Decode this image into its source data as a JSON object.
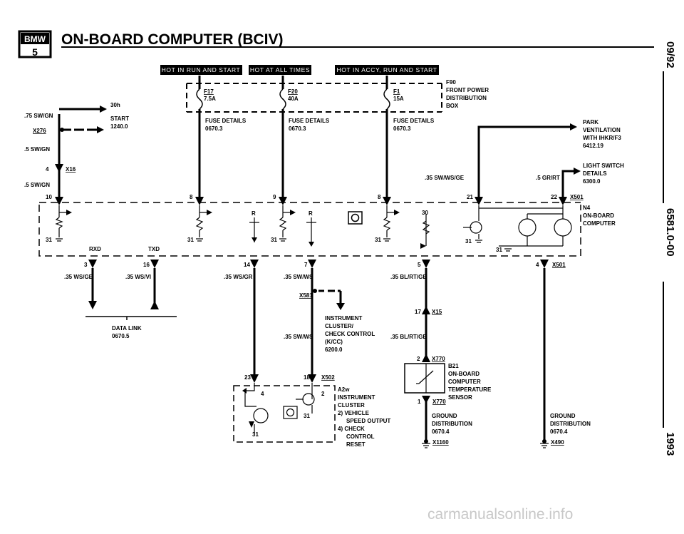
{
  "header": {
    "logo_text": "BMW",
    "logo_sub": "5",
    "title": "ON-BOARD COMPUTER (BCIV)"
  },
  "side": {
    "date": "09/92",
    "code": "6581.0-00",
    "year": "1993"
  },
  "watermark": "carmanualsonline.info",
  "hot_boxes": [
    "HOT IN RUN AND START",
    "HOT AT ALL TIMES",
    "HOT IN ACCY, RUN AND START"
  ],
  "fuses": [
    {
      "id": "F17",
      "rating": "7.5A",
      "details": "FUSE DETAILS",
      "ref": "0670.3"
    },
    {
      "id": "F20",
      "rating": "40A",
      "details": "FUSE DETAILS",
      "ref": "0670.3"
    },
    {
      "id": "F1",
      "rating": "15A",
      "details": "FUSE DETAILS",
      "ref": "0670.3"
    }
  ],
  "fuse_box": {
    "id": "F90",
    "l1": "FRONT POWER",
    "l2": "DISTRIBUTION",
    "l3": "BOX"
  },
  "start": {
    "code": "30h",
    "l1": "START",
    "ref": "1240.0"
  },
  "left_wires": {
    "w1": ".75 SW/GN",
    "conn": "X276",
    "w2": ".5 SW/GN",
    "pin_x15": "4",
    "x15": "X16",
    "w3": ".5 SW/GN"
  },
  "park": {
    "l1": "PARK",
    "l2": "VENTILATION",
    "l3": "WITH IHKR/F3",
    "ref": "6412.19"
  },
  "light": {
    "l1": "LIGHT SWITCH",
    "l2": "DETAILS",
    "ref": "6300.0"
  },
  "wires": {
    "sw_ws_ge": ".35 SW/WS/GE",
    "gr_rt": ".5 GR/RT",
    "ws_ge": ".35 WS/GE",
    "ws_vi": ".35 WS/VI",
    "ws_gr": ".35 WS/GR",
    "sw_ws": ".35 SW/WS",
    "sw_ws2": ".35 SW/WS",
    "bl_rt_ge": ".35 BL/RT/GE",
    "bl_rt_ge2": ".35 BL/RT/GE"
  },
  "pins_top": {
    "p10": "10",
    "p8a": "8",
    "p9": "9",
    "p8b": "8",
    "p21": "21",
    "p22": "22",
    "x501": "X501"
  },
  "pins_mid": {
    "p30": "30",
    "r1": "R",
    "r2": "R",
    "g31a": "31",
    "g31b": "31",
    "g31c": "31",
    "g31d": "31",
    "g31e": "31",
    "g31f": "31"
  },
  "module": {
    "id": "N4",
    "l1": "ON-BOARD",
    "l2": "COMPUTER"
  },
  "bottom_pins": {
    "rxd": "RXD",
    "txd": "TXD",
    "p3": "3",
    "p16": "16",
    "p14": "14",
    "p7": "7",
    "p5": "5",
    "p4": "4",
    "x501b": "X501"
  },
  "data_link": {
    "l1": "DATA LINK",
    "ref": "0670.5"
  },
  "x581": "X581",
  "cluster": {
    "l1": "INSTRUMENT",
    "l2": "CLUSTER/",
    "l3": "CHECK CONTROL",
    "l4": "(K/CC)",
    "ref": "6200.0"
  },
  "x15b": {
    "pin": "17",
    "id": "X15"
  },
  "x770": {
    "pin": "2",
    "id": "X770",
    "pin1": "1",
    "id2": "X770"
  },
  "sensor": {
    "id": "B21",
    "l1": "ON-BOARD",
    "l2": "COMPUTER",
    "l3": "TEMPERATURE",
    "l4": "SENSOR"
  },
  "a2w": {
    "pin23": "23",
    "pin18": "18",
    "x502": "X502",
    "id": "A2w",
    "l1": "INSTRUMENT",
    "l2": "CLUSTER",
    "n2": "2) VEHICLE",
    "n2b": "SPEED OUTPUT",
    "n4": "4) CHECK",
    "n4b": "CONTROL",
    "n4c": "RESET",
    "p4": "4",
    "p2": "2",
    "g31": "31",
    "g31b": "31"
  },
  "ground1": {
    "l1": "GROUND",
    "l2": "DISTRIBUTION",
    "ref": "0670.4",
    "id": "X1160"
  },
  "ground2": {
    "l1": "GROUND",
    "l2": "DISTRIBUTION",
    "ref": "0670.4",
    "id": "X490"
  }
}
